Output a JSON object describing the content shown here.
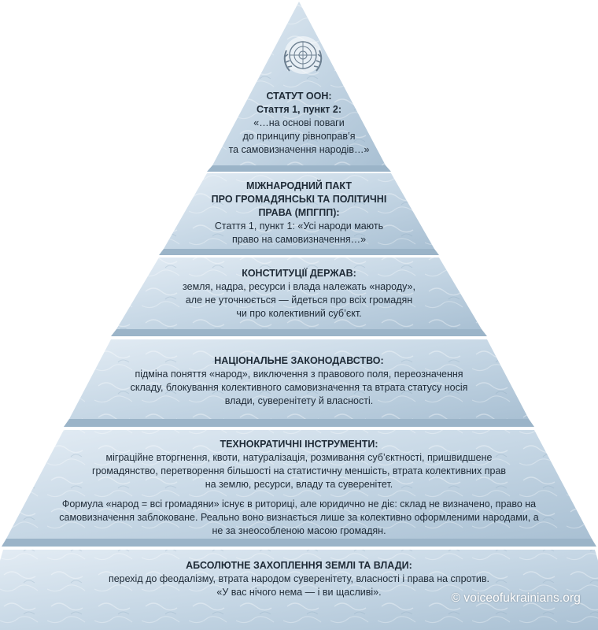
{
  "logo": {
    "icon": "un-emblem-icon"
  },
  "tiers": [
    {
      "heading": "СТАТУТ ООН:",
      "subheading": "Стаття 1, пункт 2:",
      "lines": [
        "«…на основі поваги",
        "до принципу рівноправ’я",
        "та самовизначення народів…»"
      ]
    },
    {
      "heading_lines": [
        "МІЖНАРОДНИЙ ПАКТ",
        "ПРО ГРОМАДЯНСЬКІ ТА ПОЛІТИЧНІ",
        "ПРАВА (МПГПП):"
      ],
      "lines": [
        "Стаття 1, пункт 1: «Усі народи мають",
        "право на самовизначення…»"
      ]
    },
    {
      "heading": "КОНСТИТУЦІЇ ДЕРЖАВ:",
      "lines": [
        "земля, надра, ресурси і влада належать «народу»,",
        "але не уточнюється — йдеться про всіх громадян",
        "чи про колективний суб’єкт."
      ]
    },
    {
      "heading": "НАЦІОНАЛЬНЕ ЗАКОНОДАВСТВО:",
      "lines": [
        "підміна поняття «народ», виключення з правового поля, переозначення",
        "складу, блокування колективного самовизначення та втрата статусу носія",
        "влади, суверенітету й власності."
      ]
    },
    {
      "heading": "ТЕХНОКРАТИЧНІ ІНСТРУМЕНТИ:",
      "lines": [
        "міграційне вторгнення, квоти, натуралізація, розмивання суб’єктності, пришвидшене",
        "громадянство, перетворення більшості на статистичну меншість, втрата колективних прав",
        "на землю, ресурси, владу та суверенітет."
      ],
      "note_lines": [
        "Формула «народ = всі громадяни» існує в риториці, але юридично не діє: склад не визначено, право на",
        "самовизначення заблоковане. Реально воно визнається лише за колективно оформленими народами, а",
        "не за знеособленою масою громадян."
      ]
    },
    {
      "heading": "АБСОЛЮТНЕ ЗАХОПЛЕННЯ ЗЕМЛІ ТА ВЛАДИ:",
      "lines": [
        "перехід до феодалізму, втрата народом суверенітету, власності і права на спротив.",
        "«У вас нічого нема — і ви щасливі»."
      ]
    }
  ],
  "watermark": "© voiceofukrainians.org",
  "colors": {
    "stone_light": "#dde8f1",
    "stone_mid": "#b9cddd",
    "stone_dark": "#8ea9c0",
    "text": "#1e2a36"
  }
}
